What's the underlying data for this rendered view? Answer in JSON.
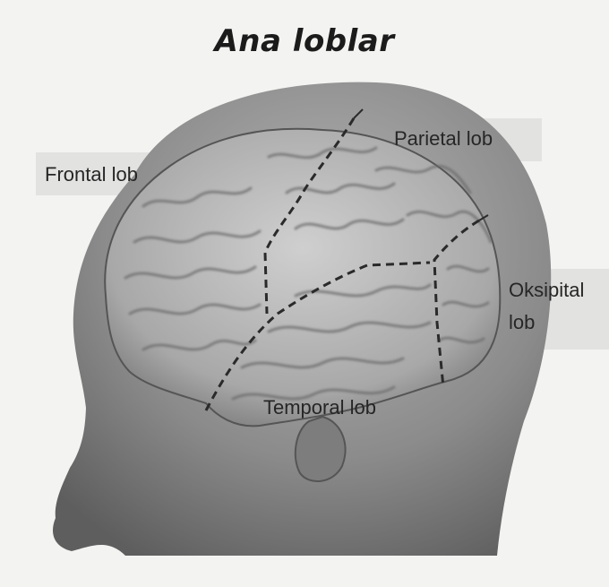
{
  "figure": {
    "title": "Ana loblar",
    "labels": {
      "frontal": "Frontal lob",
      "parietal": "Parietal lob",
      "oksipital_line1": "Oksipital",
      "oksipital_line2": "lob",
      "temporal": "Temporal lob"
    }
  },
  "colors": {
    "background": "#f3f3f1",
    "head": "#8d8d8d",
    "brain": "#b9b9b9",
    "boundary": "#2a2a2a"
  }
}
